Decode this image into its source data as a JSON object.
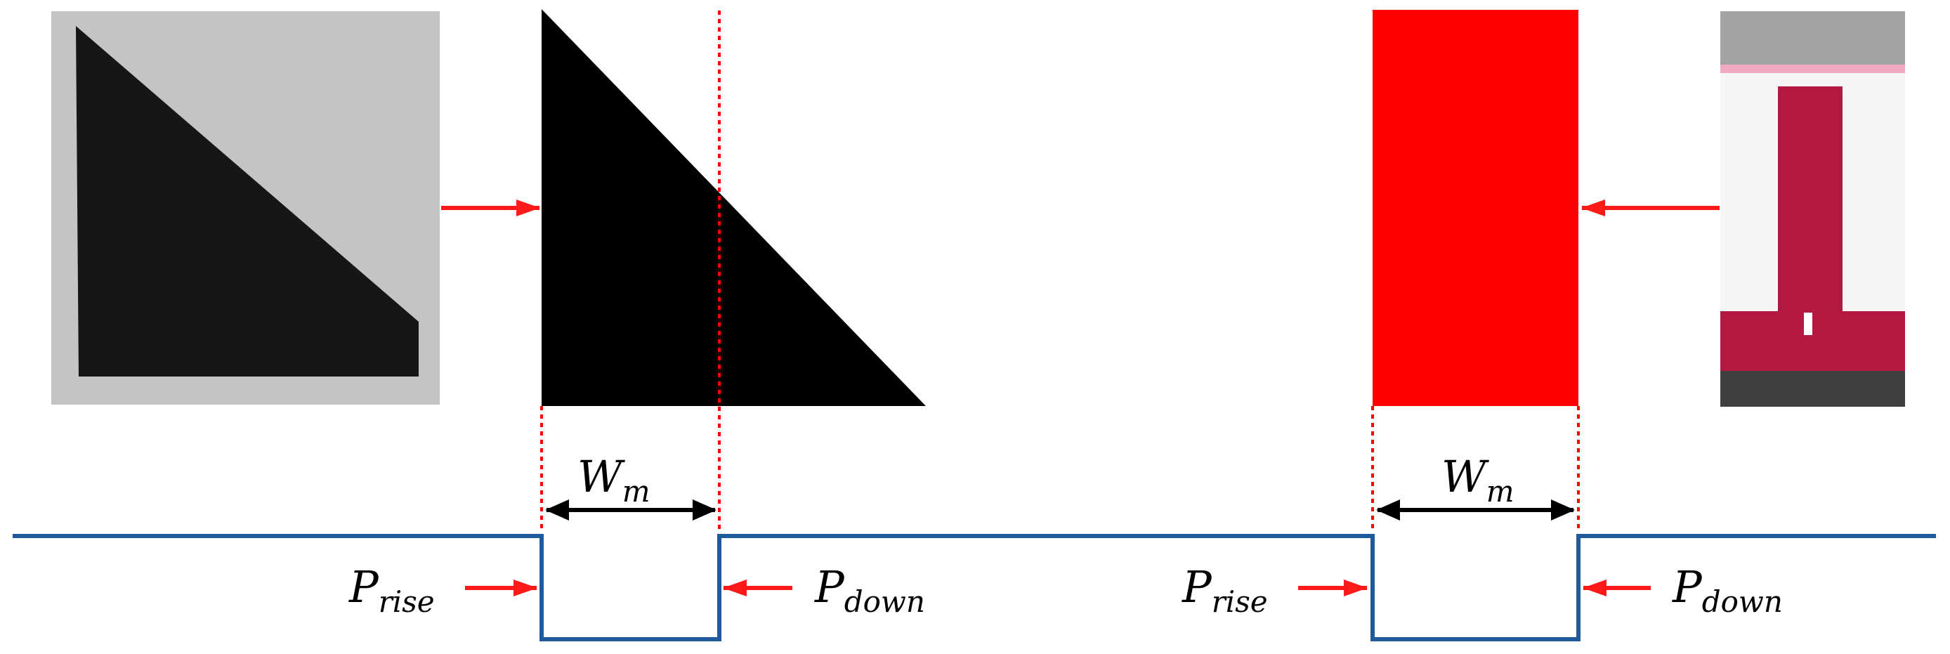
{
  "colors": {
    "background": "#ffffff",
    "signal_line": "#1f5a9c",
    "arrow_red": "#ff1a1a",
    "guide_red": "#ff0000",
    "shape_black": "#000000",
    "rectangle_red": "#ff0000",
    "photo_left_paper": "#c9c9c9",
    "photo_left_shape": "#1a1a1a",
    "photo_right_magenta": "#b3173e",
    "photo_right_white": "#f4f4f4",
    "photo_right_gray": "#8f8f8f"
  },
  "left_panel": {
    "photo_icon": "photo-triangle-sample",
    "width_label": {
      "base": "W",
      "sub": "m"
    },
    "rise_label": {
      "base": "P",
      "sub": "rise"
    },
    "down_label": {
      "base": "P",
      "sub": "down"
    }
  },
  "right_panel": {
    "photo_icon": "photo-rectangle-sample",
    "width_label": {
      "base": "W",
      "sub": "m"
    },
    "rise_label": {
      "base": "P",
      "sub": "rise"
    },
    "down_label": {
      "base": "P",
      "sub": "down"
    }
  }
}
